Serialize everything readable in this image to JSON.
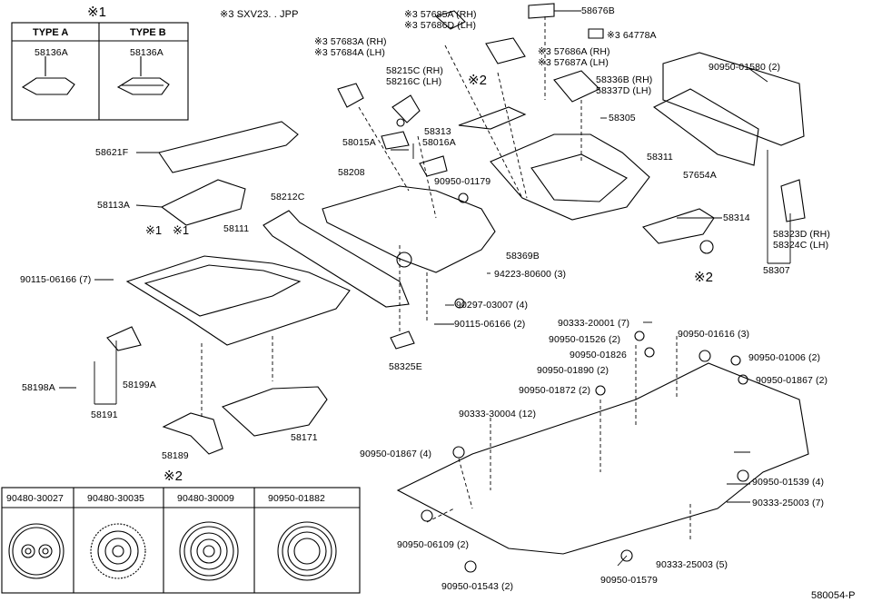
{
  "note1": {
    "title": "※1",
    "type_a_label": "TYPE A",
    "type_b_label": "TYPE B",
    "type_a_part": "58136A",
    "type_b_part": "58136A"
  },
  "note3_header": "※3 SXV23. . JPP",
  "note2": {
    "title": "※2",
    "cells": [
      "90480-30027",
      "90480-30035",
      "90480-30009",
      "90950-01882"
    ]
  },
  "diagram_id": "580054-P",
  "parts": {
    "p58676B": "58676B",
    "p57685A": "※3 57685A (RH)",
    "p57686D": "※3 57686D (LH)",
    "p64778A": "※3 64778A",
    "p57683A": "※3 57683A (RH)",
    "p57684A": "※3 57684A (LH)",
    "p57686A": "※3 57686A (RH)",
    "p57687A": "※3 57687A (LH)",
    "p90950_01580": "90950-01580 (2)",
    "p58215C": "58215C (RH)",
    "p58216C": "58216C (LH)",
    "p58336B": "58336B (RH)",
    "p58337D": "58337D (LH)",
    "mark2_top": "※2",
    "p58313": "58313",
    "p58305": "58305",
    "p58015A": "58015A",
    "p58016A": "58016A",
    "p58621F": "58621F",
    "p58311": "58311",
    "p57654A": "57654A",
    "p58208": "58208",
    "p90950_01179": "90950-01179",
    "p58212C": "58212C",
    "p58113A": "58113A",
    "p58314": "58314",
    "mark1a": "※1",
    "mark1b": "※1",
    "p58111": "58111",
    "p58369B": "58369B",
    "p58323D": "58323D (RH)",
    "p58324C": "58324C (LH)",
    "p94223": "94223-80600 (3)",
    "p58307": "58307",
    "mark2_right": "※2",
    "p90115_a": "90115-06166 (7)",
    "p90297": "90297-03007 (4)",
    "p90115_b": "90115-06166 (2)",
    "p90333_20001": "90333-20001 (7)",
    "p90950_01526": "90950-01526 (2)",
    "p90950_01616": "90950-01616 (3)",
    "p90950_01826": "90950-01826",
    "p90950_01006": "90950-01006 (2)",
    "p58325E": "58325E",
    "p90950_01890": "90950-01890 (2)",
    "p90950_01867a": "90950-01867 (2)",
    "p58198A": "58198A",
    "p58199A": "58199A",
    "p90950_01872": "90950-01872 (2)",
    "p58191": "58191",
    "p90333_30004": "90333-30004 (12)",
    "p58189": "58189",
    "p58171": "58171",
    "p90950_01867b": "90950-01867 (4)",
    "p90950_01539": "90950-01539 (4)",
    "p90333_25003a": "90333-25003 (7)",
    "p90950_06109": "90950-06109 (2)",
    "p90333_25003b": "90333-25003 (5)",
    "p90950_01543": "90950-01543 (2)",
    "p90950_01579": "90950-01579"
  }
}
